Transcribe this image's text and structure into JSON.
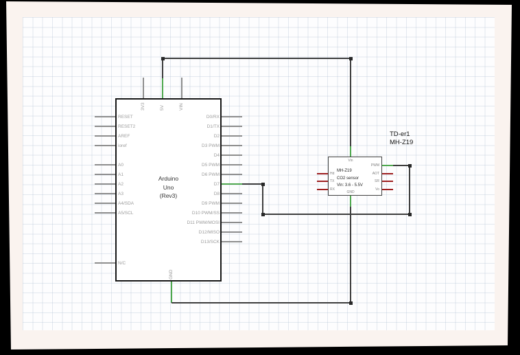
{
  "page": {
    "background": "#faf3ef",
    "frame": "#000000"
  },
  "canvas": {
    "grid_color": "#aabcd0"
  },
  "colors": {
    "wire": "#3d3d3d",
    "bend_point": "#282828",
    "pin": "#8d8d8d",
    "connected_pin": "#4fa84f",
    "unconnected_pin": "#9e1f1f"
  },
  "arduino": {
    "title_lines": [
      "Arduino",
      "Uno",
      "(Rev3)"
    ],
    "top_pins": [
      "3V3",
      "5V",
      "VIN"
    ],
    "left_pins": [
      "RESET",
      "RESET2",
      "AREF",
      "ioref",
      "A0",
      "A1",
      "A2",
      "A3",
      "A4/SDA",
      "A5/SCL",
      "N/C"
    ],
    "right_pins": [
      "D0/RX",
      "D1/TX",
      "D2",
      "D3 PWM",
      "D4",
      "D5 PWM",
      "D6 PWM",
      "D7",
      "D8",
      "D9 PWM",
      "D10 PWM/SS",
      "D11 PWM/MOSI",
      "D12/MISO",
      "D13/SCK"
    ],
    "bottom_pins": [
      "GND"
    ],
    "connected_pins": [
      "5V",
      "D7",
      "GND"
    ]
  },
  "sensor": {
    "designator": "TD-er1",
    "part_name": "MH-Z19",
    "body_lines": [
      "MH-Z19",
      "CO2 sensor",
      "Vin: 3.6 - 5.5V"
    ],
    "top_pins": [
      "Vin"
    ],
    "left_pins": [
      "Hd",
      "TX",
      "RX"
    ],
    "right_pins": [
      "PWM",
      "AOT",
      "SR",
      "Vo"
    ],
    "bottom_pins": [
      "GND"
    ],
    "connected_pins": [
      "Vin",
      "PWM",
      "GND"
    ]
  },
  "connections": [
    {
      "from": "Arduino 5V",
      "to": "MH-Z19 Vin"
    },
    {
      "from": "Arduino D7",
      "to": "MH-Z19 PWM"
    },
    {
      "from": "Arduino GND",
      "to": "MH-Z19 GND"
    }
  ]
}
